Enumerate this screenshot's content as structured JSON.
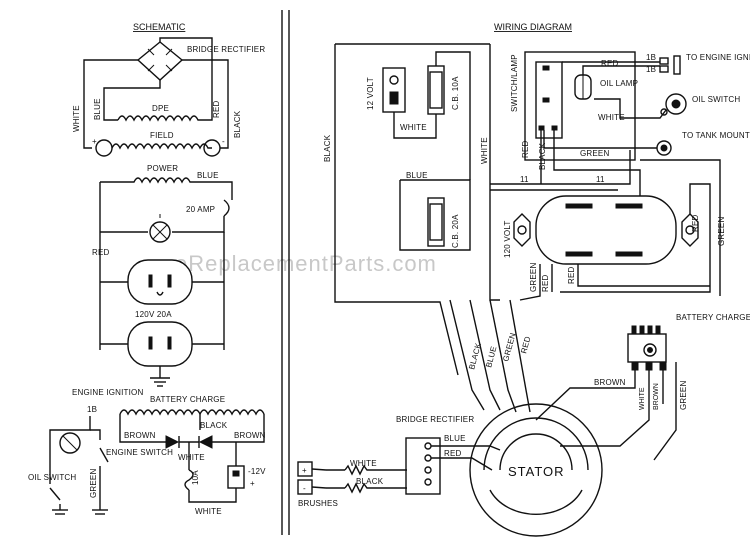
{
  "titles": {
    "schematic": "SCHEMATIC",
    "wiring": "WIRING DIAGRAM"
  },
  "watermark": "eReplacementParts.com",
  "schematic": {
    "bridge_rectifier": "BRIDGE RECTIFIER",
    "white": "WHITE",
    "blue": "BLUE",
    "red": "RED",
    "black": "BLACK",
    "dpe": "DPE",
    "field": "FIELD",
    "plus": "+",
    "minus": "-",
    "power": "POWER",
    "power_blue": "BLUE",
    "amp20": "20 AMP",
    "red_left": "RED",
    "outlet": "120V 20A"
  },
  "lower_left": {
    "engine_ignition": "ENGINE IGNITION",
    "ign_1b": "1B",
    "engine_switch": "ENGINE SWITCH",
    "oil_switch": "OIL SWITCH",
    "green": "GREEN",
    "battery_charge": "BATTERY CHARGE",
    "brown_l": "BROWN",
    "black": "BLACK",
    "brown_r": "BROWN",
    "white": "WHITE",
    "a10": "10A",
    "v12": "-12V",
    "plus": "+",
    "white_bottom": "WHITE"
  },
  "wiring": {
    "volt12": "12 VOLT",
    "cb10": "C.B. 10A",
    "white_a": "WHITE",
    "black_v": "BLACK",
    "white_v": "WHITE",
    "switch_lamp": "SWITCH/LAMP",
    "t1b_a": "1B",
    "t1b_b": "1B",
    "to_engine_ignition": "TO ENGINE IGNITION",
    "red_top": "RED",
    "oil_lamp": "OIL LAMP",
    "oil_switch": "OIL SWITCH",
    "white_sw": "WHITE",
    "to_tank": "TO TANK MOUNTING BRACKET",
    "red_sw": "RED",
    "black_sw": "BLACK",
    "green_h": "GREEN",
    "blue_w": "BLUE",
    "cb20": "C.B. 20A",
    "n11_a": "11",
    "n11_b": "11",
    "volt120": "120 VOLT",
    "green_o": "GREEN",
    "red_o": "RED",
    "red_o2": "RED",
    "green_r": "GREEN",
    "bundle_black": "BLACK",
    "bundle_blue": "BLUE",
    "bundle_green": "GREEN",
    "bundle_red": "RED",
    "bcr": "BATTERY CHARGE RECTIFIER",
    "brown": "BROWN",
    "white_b": "WHITE",
    "brown_b": "BROWN",
    "green_b": "GREEN",
    "bridge_rect": "BRIDGE RECTIFIER",
    "blue_s": "BLUE",
    "red_s": "RED",
    "white_s": "WHITE",
    "black_s": "BLACK",
    "plus": "+",
    "minus": "-",
    "brushes": "BRUSHES",
    "stator": "STATOR"
  }
}
